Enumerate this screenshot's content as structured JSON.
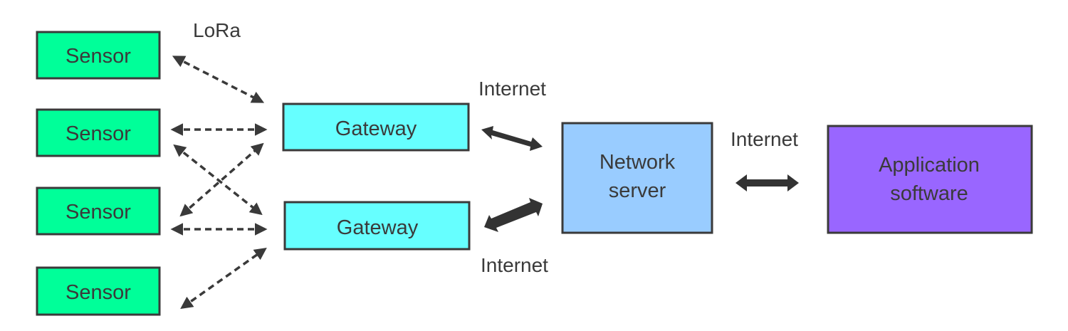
{
  "colors": {
    "sensor": "#00ff99",
    "gateway": "#66ffff",
    "network_server": "#99ccff",
    "application": "#9966ff",
    "stroke": "#3a3a3a"
  },
  "nodes": {
    "sensors": [
      "Sensor",
      "Sensor",
      "Sensor",
      "Sensor"
    ],
    "gateways": [
      "Gateway",
      "Gateway"
    ],
    "network_server": [
      "Network",
      "server"
    ],
    "application": [
      "Application",
      "software"
    ]
  },
  "labels": {
    "lora": "LoRa",
    "internet_gateway_top": "Internet",
    "internet_gateway_bottom": "Internet",
    "internet_app": "Internet"
  }
}
